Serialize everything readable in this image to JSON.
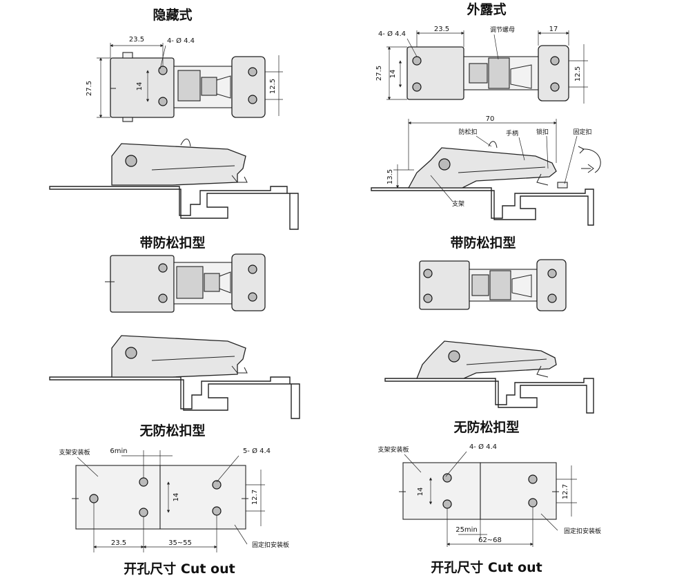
{
  "titles": {
    "hidden": "隐藏式",
    "exposed": "外露式",
    "with_lock_left": "带防松扣型",
    "with_lock_right": "带防松扣型",
    "no_lock_left": "无防松扣型",
    "no_lock_right": "无防松扣型",
    "cutout_left": "开孔尺寸 Cut out",
    "cutout_right": "开孔尺寸 Cut out"
  },
  "hidden_dims": {
    "width": "23.5",
    "holes": "4- Ø 4.4",
    "height": "27.5",
    "pitch": "14",
    "right_pitch": "12.5"
  },
  "exposed_dims": {
    "holes": "4- Ø 4.4",
    "width": "23.5",
    "nut_label": "调节螺母",
    "right_width": "17",
    "height": "27.5",
    "pitch": "14",
    "right_pitch": "12.5"
  },
  "exposed_side": {
    "length": "70",
    "anti_loose": "防松扣",
    "handle": "手柄",
    "lock_hook": "锁扣",
    "fixed_hook": "固定扣",
    "height": "13.5",
    "bracket": "支架"
  },
  "cutout_left_dims": {
    "plate_label": "支架安装板",
    "min_gap": "6min",
    "holes": "5- Ø 4.4",
    "pitch": "14",
    "right_pitch": "12.7",
    "width": "23.5",
    "range": "35~55",
    "fixed_plate": "固定扣安装板"
  },
  "cutout_right_dims": {
    "plate_label": "支架安装板",
    "holes": "4- Ø 4.4",
    "pitch": "14",
    "right_pitch": "12.7",
    "min_gap": "25min",
    "range": "62~68",
    "fixed_plate": "固定扣安装板"
  }
}
